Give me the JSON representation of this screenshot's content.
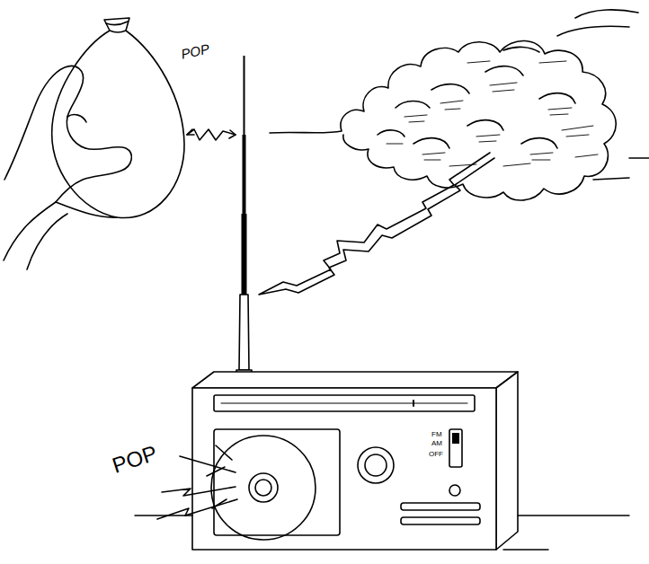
{
  "diagram": {
    "labels": [
      "POP",
      "POP",
      "FM",
      "AM",
      "OFF"
    ]
  }
}
